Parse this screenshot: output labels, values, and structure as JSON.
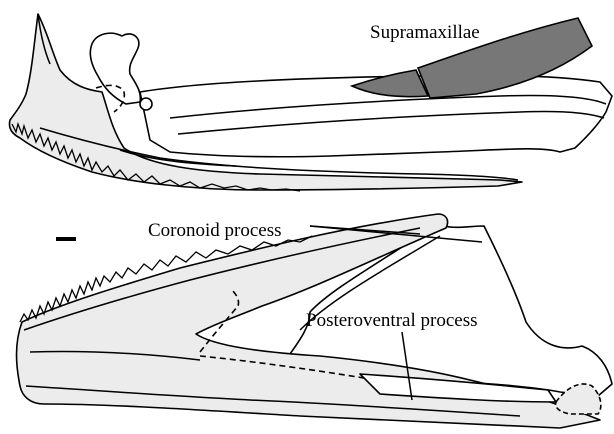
{
  "labels": {
    "supramaxillae": "Supramaxillae",
    "coronoid": "Coronoid process",
    "posteroventral": "Posteroventral process"
  },
  "colors": {
    "bone_fill": "#ececec",
    "supramaxilla_fill": "#777777",
    "outline": "#000000"
  }
}
